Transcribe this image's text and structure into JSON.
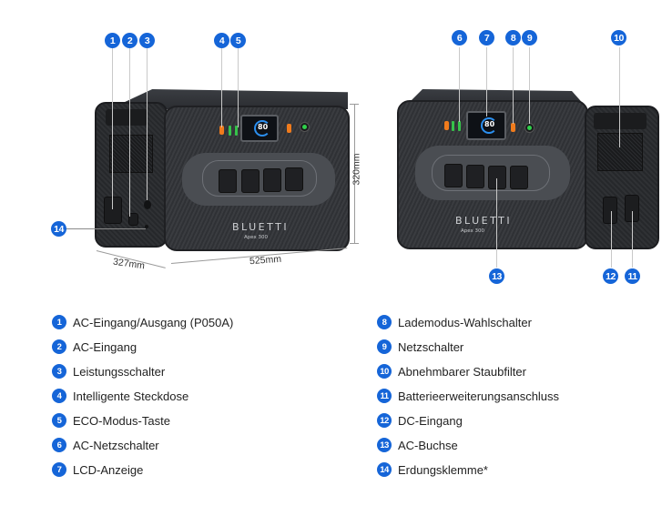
{
  "colors": {
    "badge": "#1565d8",
    "device_body": "#2f3135",
    "led_orange": "#f07b1c",
    "led_green": "#36c24a",
    "lcd_ring": "#2b8ff0"
  },
  "device": {
    "brand": "BLUETTI",
    "model": "Apex 300",
    "lcd_value": "80"
  },
  "dimensions": {
    "depth": "327mm",
    "width": "525mm",
    "height": "320mm"
  },
  "callouts": {
    "left_view": [
      "1",
      "2",
      "3",
      "4",
      "5",
      "14"
    ],
    "right_view": [
      "6",
      "7",
      "8",
      "9",
      "10",
      "11",
      "12",
      "13"
    ]
  },
  "legend": {
    "left_column": [
      {
        "num": "1",
        "label": "AC-Eingang/Ausgang (P050A)"
      },
      {
        "num": "2",
        "label": "AC-Eingang"
      },
      {
        "num": "3",
        "label": "Leistungsschalter"
      },
      {
        "num": "4",
        "label": "Intelligente Steckdose"
      },
      {
        "num": "5",
        "label": "ECO-Modus-Taste"
      },
      {
        "num": "6",
        "label": "AC-Netzschalter"
      },
      {
        "num": "7",
        "label": "LCD-Anzeige"
      }
    ],
    "right_column": [
      {
        "num": "8",
        "label": "Lademodus-Wahlschalter"
      },
      {
        "num": "9",
        "label": "Netzschalter"
      },
      {
        "num": "10",
        "label": "Abnehmbarer Staubfilter"
      },
      {
        "num": "11",
        "label": "Batterieerweiterungsanschluss"
      },
      {
        "num": "12",
        "label": "DC-Eingang"
      },
      {
        "num": "13",
        "label": "AC-Buchse"
      },
      {
        "num": "14",
        "label": "Erdungsklemme*"
      }
    ]
  }
}
